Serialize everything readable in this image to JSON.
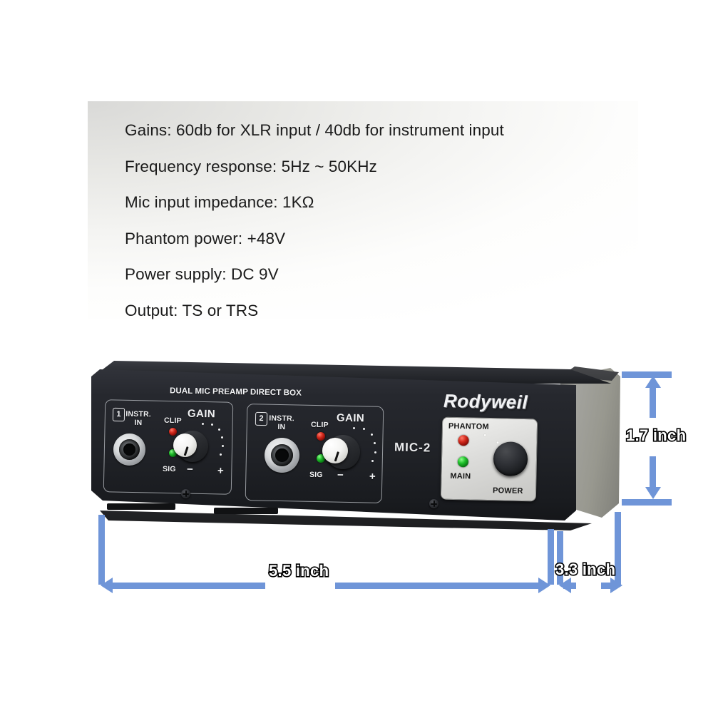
{
  "specs": {
    "lines": [
      "Gains: 60db for XLR input / 40db for instrument input",
      "Frequency response: 5Hz ~ 50KHz",
      "Mic input impedance: 1KΩ",
      "Phantom power: +48V",
      "Power supply: DC 9V",
      "Output: TS or TRS"
    ]
  },
  "device": {
    "top_title": "DUAL MIC PREAMP DIRECT BOX",
    "brand": "Rodyweil",
    "model": "MIC-2",
    "channels": [
      {
        "number": "1",
        "jack_label_line1": "INSTR.",
        "jack_label_line2": "IN",
        "clip_label": "CLIP",
        "sig_label": "SIG",
        "gain_label": "GAIN",
        "minus": "−",
        "plus": "+"
      },
      {
        "number": "2",
        "jack_label_line1": "INSTR.",
        "jack_label_line2": "IN",
        "clip_label": "CLIP",
        "sig_label": "SIG",
        "gain_label": "GAIN",
        "minus": "−",
        "plus": "+"
      }
    ],
    "power_panel": {
      "phantom_label": "PHANTOM",
      "main_label": "MAIN",
      "power_label": "POWER"
    }
  },
  "dimensions": {
    "width": "5.5 inch",
    "depth": "3.3 inch",
    "height": "1.7 inch"
  },
  "colors": {
    "annotation_blue": "#6f95d8",
    "chassis_black": "#23252a",
    "panel_silver": "#dcdcda",
    "led_red": "#d2291c",
    "led_green": "#1fbf2b"
  }
}
